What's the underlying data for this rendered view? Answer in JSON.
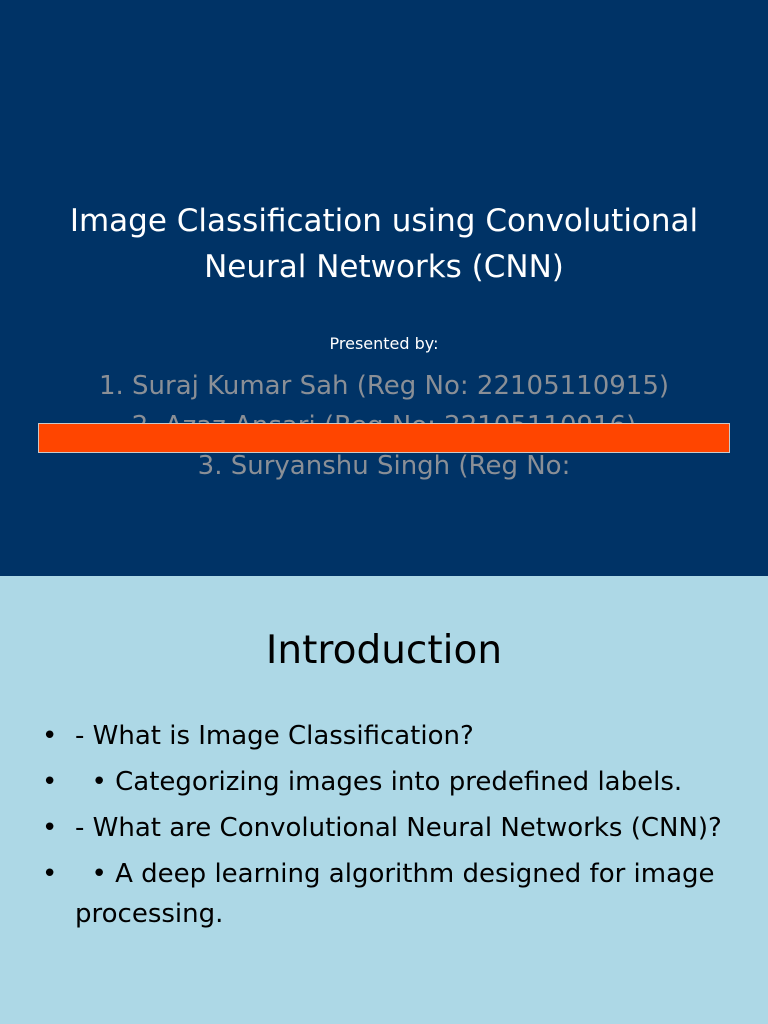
{
  "title_slide": {
    "title": "Image Classification using Convolutional Neural Networks (CNN)",
    "presented_by": "Presented by:",
    "presenters": [
      "1. Suraj Kumar Sah (Reg No: 22105110915)",
      "2. Azaz Ansari (Reg No: 22105110916)",
      "3. Suryanshu Singh (Reg No:"
    ],
    "redaction_color": "#ff4500",
    "background_color": "#003366"
  },
  "intro_slide": {
    "heading": "Introduction",
    "bullet_symbol": "•",
    "bullets": [
      "- What is Image Classification?",
      "  • Categorizing images into predefined labels.",
      "- What are Convolutional Neural Networks (CNN)?",
      "  • A deep learning algorithm designed for image processing."
    ],
    "background_color": "#add8e6"
  }
}
